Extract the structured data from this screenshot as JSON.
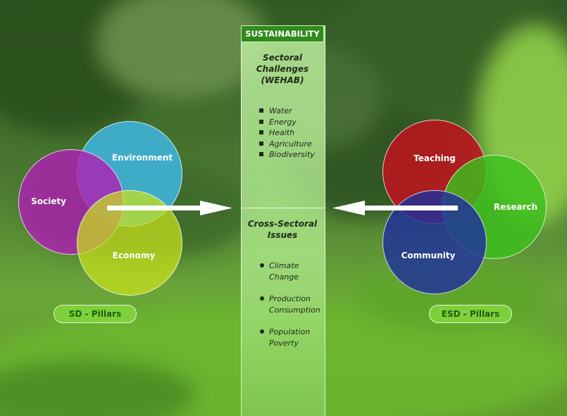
{
  "center": {
    "header": "SUSTAINABILITY",
    "top_heading": [
      "Sectoral",
      "Challenges",
      "(WEHAB)"
    ],
    "sectoral_items": [
      "Water",
      "Energy",
      "Health",
      "Agriculture",
      "Biodiversity"
    ],
    "bottom_heading": [
      "Cross-Sectoral",
      "Issues"
    ],
    "cross_sectoral_items": [
      [
        "Climate",
        "Change"
      ],
      [
        "Production",
        "Consumption"
      ],
      [
        "Population",
        "Poverty"
      ]
    ]
  },
  "sd": {
    "circles": [
      "Environment",
      "Society",
      "Economy"
    ],
    "label": "SD - Pillars",
    "colors": {
      "environment": "#3fb4dd",
      "society": "#b01eb4",
      "economy": "#c9e21c"
    }
  },
  "esd": {
    "circles": [
      "Teaching",
      "Research",
      "Community"
    ],
    "label": "ESD - Pillars",
    "colors": {
      "teaching": "#b8161e",
      "research": "#3cbf1c",
      "community": "#1e2f9c"
    }
  }
}
